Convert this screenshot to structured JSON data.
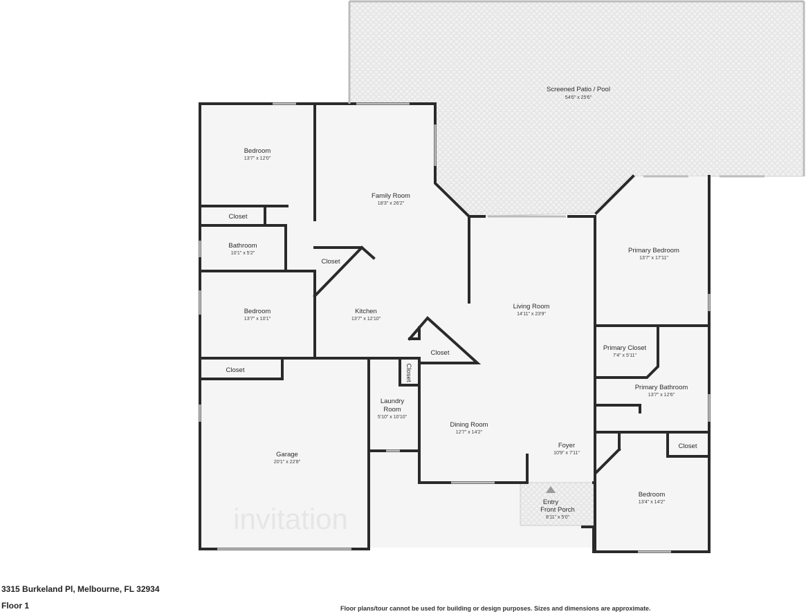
{
  "watermark": "invitation",
  "rooms": {
    "patio": {
      "name": "Screened Patio / Pool",
      "dims": "54'6\" x 25'6\""
    },
    "bedroom_nw": {
      "name": "Bedroom",
      "dims": "13'7\" x 12'0\""
    },
    "closet_nw": {
      "name": "Closet"
    },
    "bathroom_w": {
      "name": "Bathroom",
      "dims": "10'1\" x 5'2\""
    },
    "bedroom_w": {
      "name": "Bedroom",
      "dims": "13'7\" x 10'1\""
    },
    "closet_sw": {
      "name": "Closet"
    },
    "garage": {
      "name": "Garage",
      "dims": "20'1\" x 22'8\""
    },
    "family_room": {
      "name": "Family Room",
      "dims": "18'3\" x 26'2\""
    },
    "closet_kitchen": {
      "name": "Closet"
    },
    "kitchen": {
      "name": "Kitchen",
      "dims": "13'7\" x 12'10\""
    },
    "closet_small": {
      "name": "Closet"
    },
    "laundry": {
      "name_line1": "Laundry",
      "name_line2": "Room",
      "dims": "5'10\" x 10'10\""
    },
    "closet_tri": {
      "name": "Closet"
    },
    "dining_room": {
      "name": "Dining Room",
      "dims": "12'7\" x 14'2\""
    },
    "living_room": {
      "name": "Living Room",
      "dims": "14'11\" x 23'9\""
    },
    "foyer": {
      "name": "Foyer",
      "dims": "10'9\" x 7'11\""
    },
    "entry_porch": {
      "name_line1": "Entry",
      "name_line2": "Front Porch",
      "dims": "8'11\" x 5'0\""
    },
    "primary_bedroom": {
      "name": "Primary Bedroom",
      "dims": "13'7\" x 17'11\""
    },
    "primary_closet": {
      "name": "Primary Closet",
      "dims": "7'4\" x 5'11\""
    },
    "primary_bathroom": {
      "name": "Primary Bathroom",
      "dims": "13'7\" x 12'6\""
    },
    "closet_se": {
      "name": "Closet"
    },
    "bedroom_se": {
      "name": "Bedroom",
      "dims": "13'4\" x 14'2\""
    }
  },
  "footer": {
    "address": "3315 Burkeland Pl, Melbourne, FL 32934",
    "floor": "Floor 1",
    "disclaimer": "Floor plans/tour cannot be used for building or design purposes. Sizes and dimensions are approximate."
  },
  "colors": {
    "wall": "#2a2a2a",
    "floor": "#f5f5f5",
    "patio": "#eeeeee",
    "window": "#bcbcbc"
  }
}
